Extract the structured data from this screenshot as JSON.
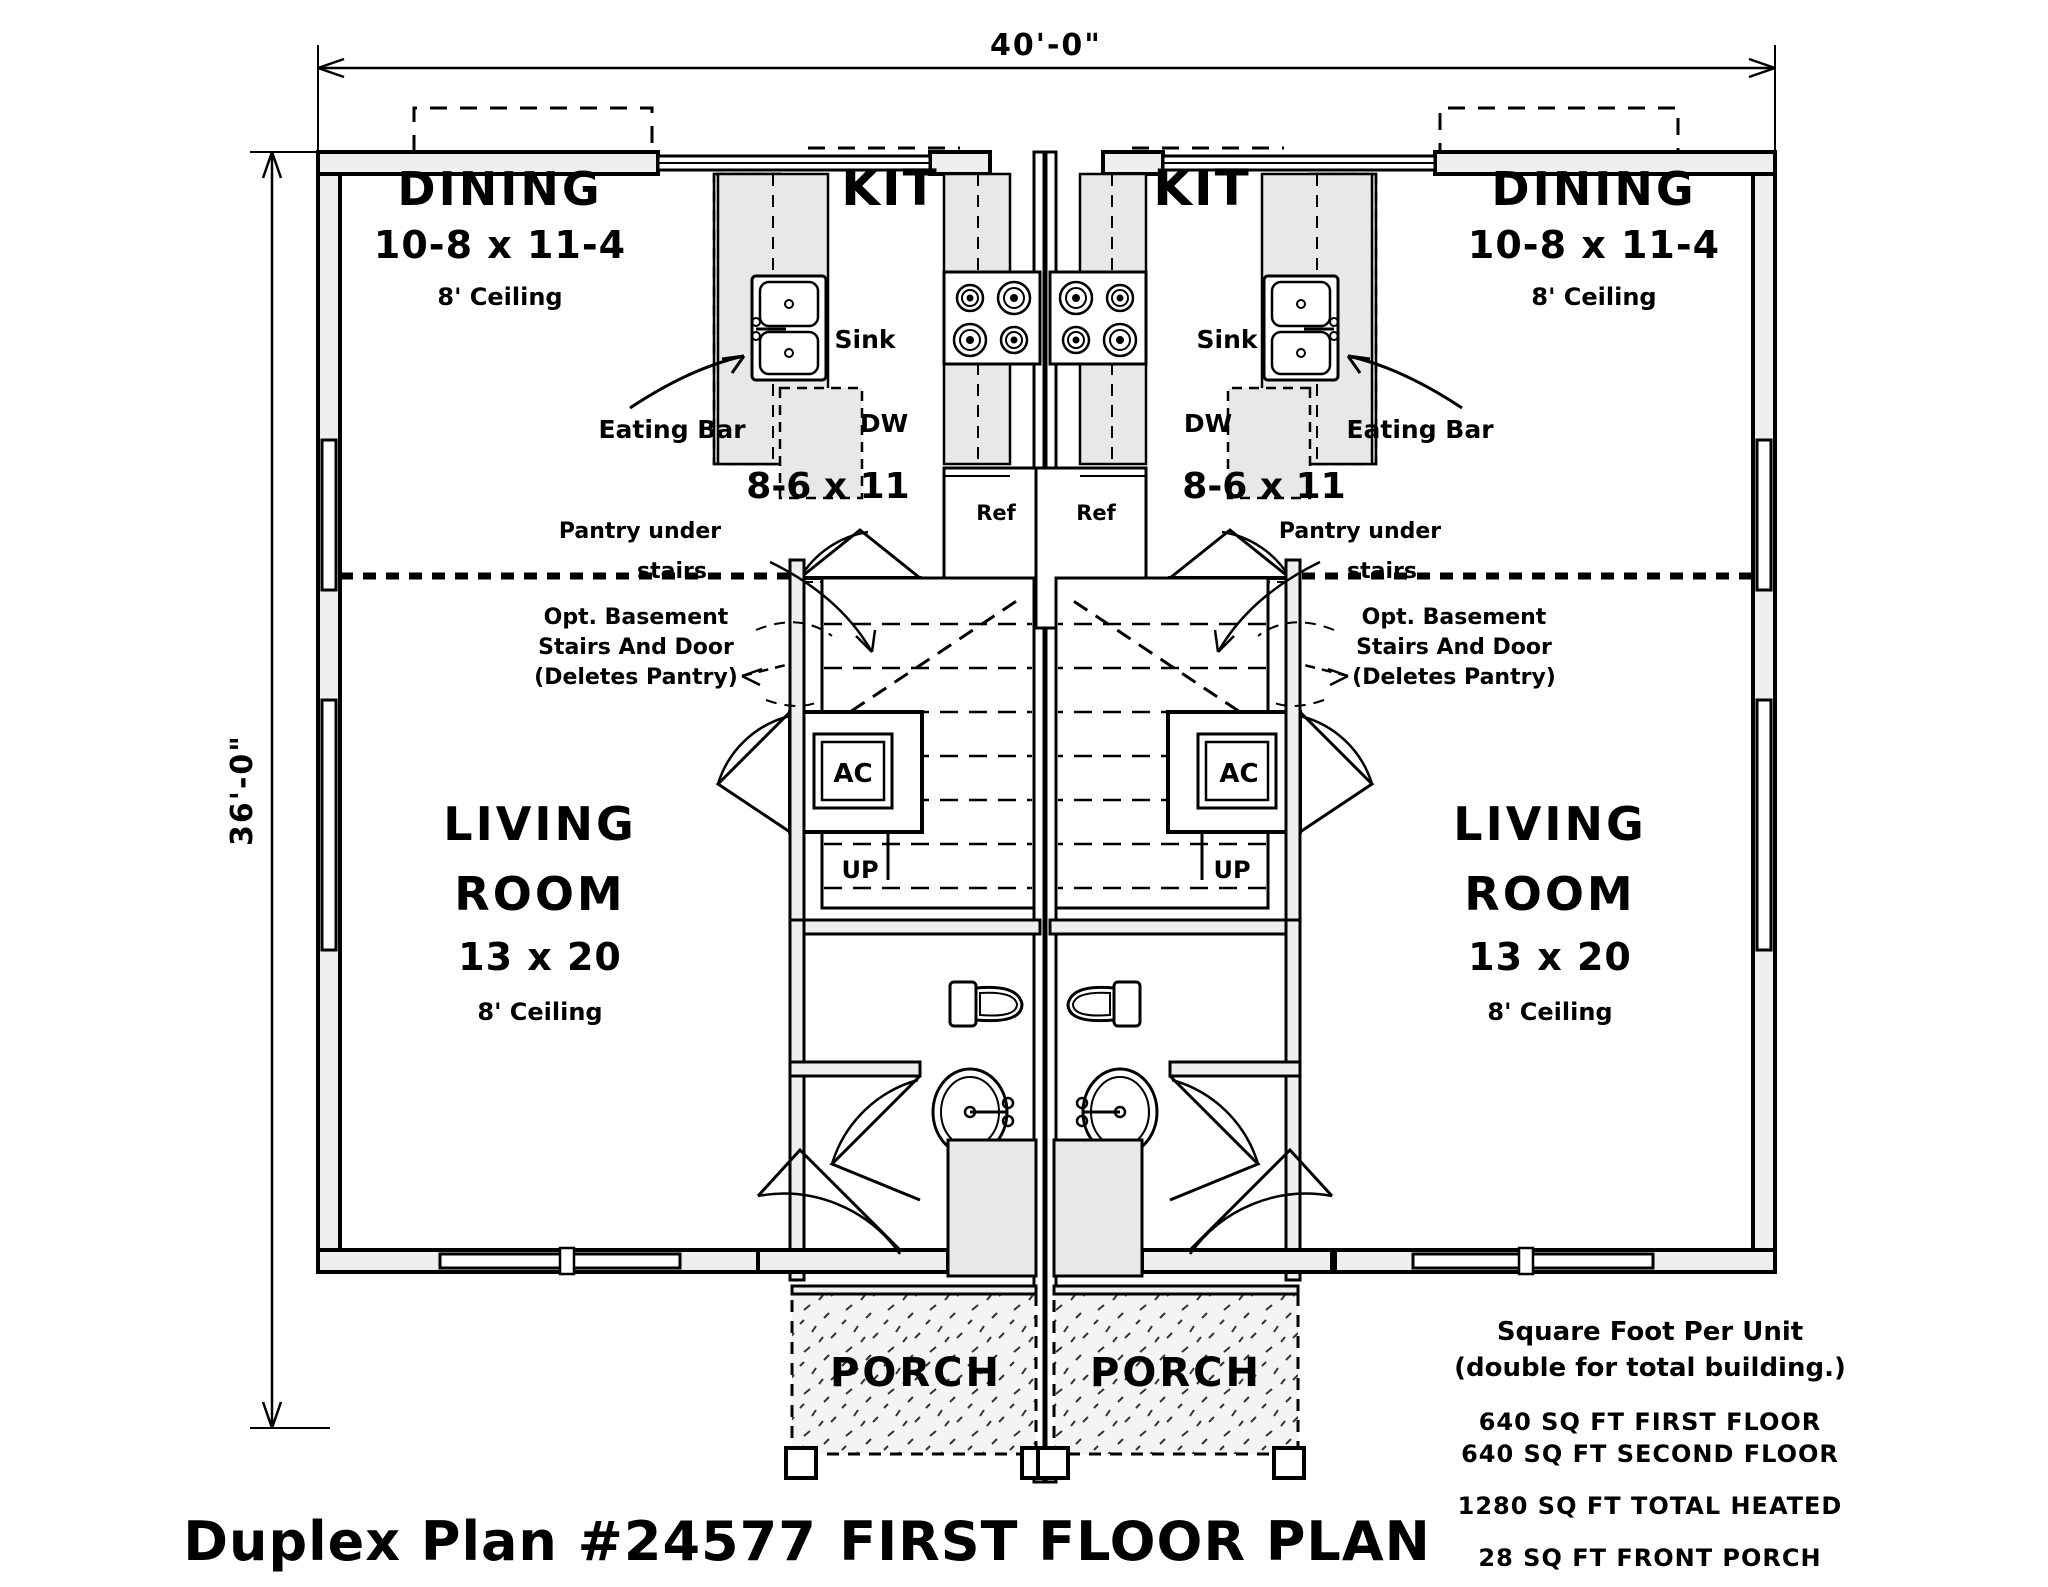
{
  "sheet": {
    "title_plan": "Duplex Plan #24577",
    "title_floor": "FIRST FLOOR PLAN",
    "background": "#ffffff",
    "ink": "#000000",
    "fill_gray": "#e8e8e8"
  },
  "dimensions": {
    "width_label": "40'-0\"",
    "height_label": "36'-0\""
  },
  "rooms": {
    "dining": {
      "name": "DINING",
      "size": "10-8 x 11-4",
      "ceiling": "8' Ceiling"
    },
    "kitchen": {
      "name": "KIT",
      "size": "8-6 x 11"
    },
    "living": {
      "name_line1": "LIVING",
      "name_line2": "ROOM",
      "size": "13 x 20",
      "ceiling": "8' Ceiling"
    },
    "porch": {
      "name": "PORCH"
    }
  },
  "fixtures": {
    "sink": "Sink",
    "dishwasher": "DW",
    "refrigerator": "Ref",
    "eating_bar": "Eating Bar",
    "ac": "AC",
    "stair_direction": "UP"
  },
  "notes": {
    "pantry_line1": "Pantry under",
    "pantry_line2": "stairs",
    "basement_line1": "Opt.  Basement",
    "basement_line2": "Stairs And Door",
    "basement_line3": "(Deletes Pantry)"
  },
  "area_summary": {
    "heading_line1": "Square Foot Per Unit",
    "heading_line2": "(double for total building.)",
    "first_floor": "640 SQ FT FIRST FLOOR",
    "second_floor": "640 SQ FT SECOND FLOOR",
    "total_heated": "1280 SQ FT TOTAL HEATED",
    "front_porch": "28 SQ FT FRONT PORCH"
  }
}
